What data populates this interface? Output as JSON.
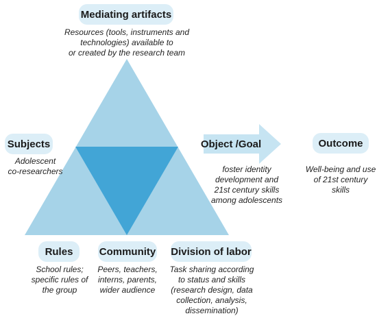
{
  "colors": {
    "outer_triangle": "#a6d3e8",
    "inner_triangle": "#42a5d6",
    "arrow": "#c6e4f2",
    "pill": "#dceef7"
  },
  "mediating_artifacts": {
    "title": "Mediating artifacts",
    "description": "Resources (tools, instruments and\ntechnologies) available to\nor created by the research team"
  },
  "subjects": {
    "title": "Subjects",
    "description": "Adolescent\nco-researchers"
  },
  "object_goal": {
    "title": "Object /Goal",
    "description": "foster identity\ndevelopment and\n21st century skills\namong adolescents"
  },
  "outcome": {
    "title": "Outcome",
    "description": "Well-being and use\nof 21st century\nskills"
  },
  "rules": {
    "title": "Rules",
    "description": "School rules;\nspecific rules of\nthe group"
  },
  "community": {
    "title": "Community",
    "description": "Peers, teachers,\ninterns, parents,\nwider audience"
  },
  "division_of_labor": {
    "title": "Division of labor",
    "description": "Task sharing according\nto status and skills\n(research design, data\ncollection, analysis,\ndissemination)"
  }
}
